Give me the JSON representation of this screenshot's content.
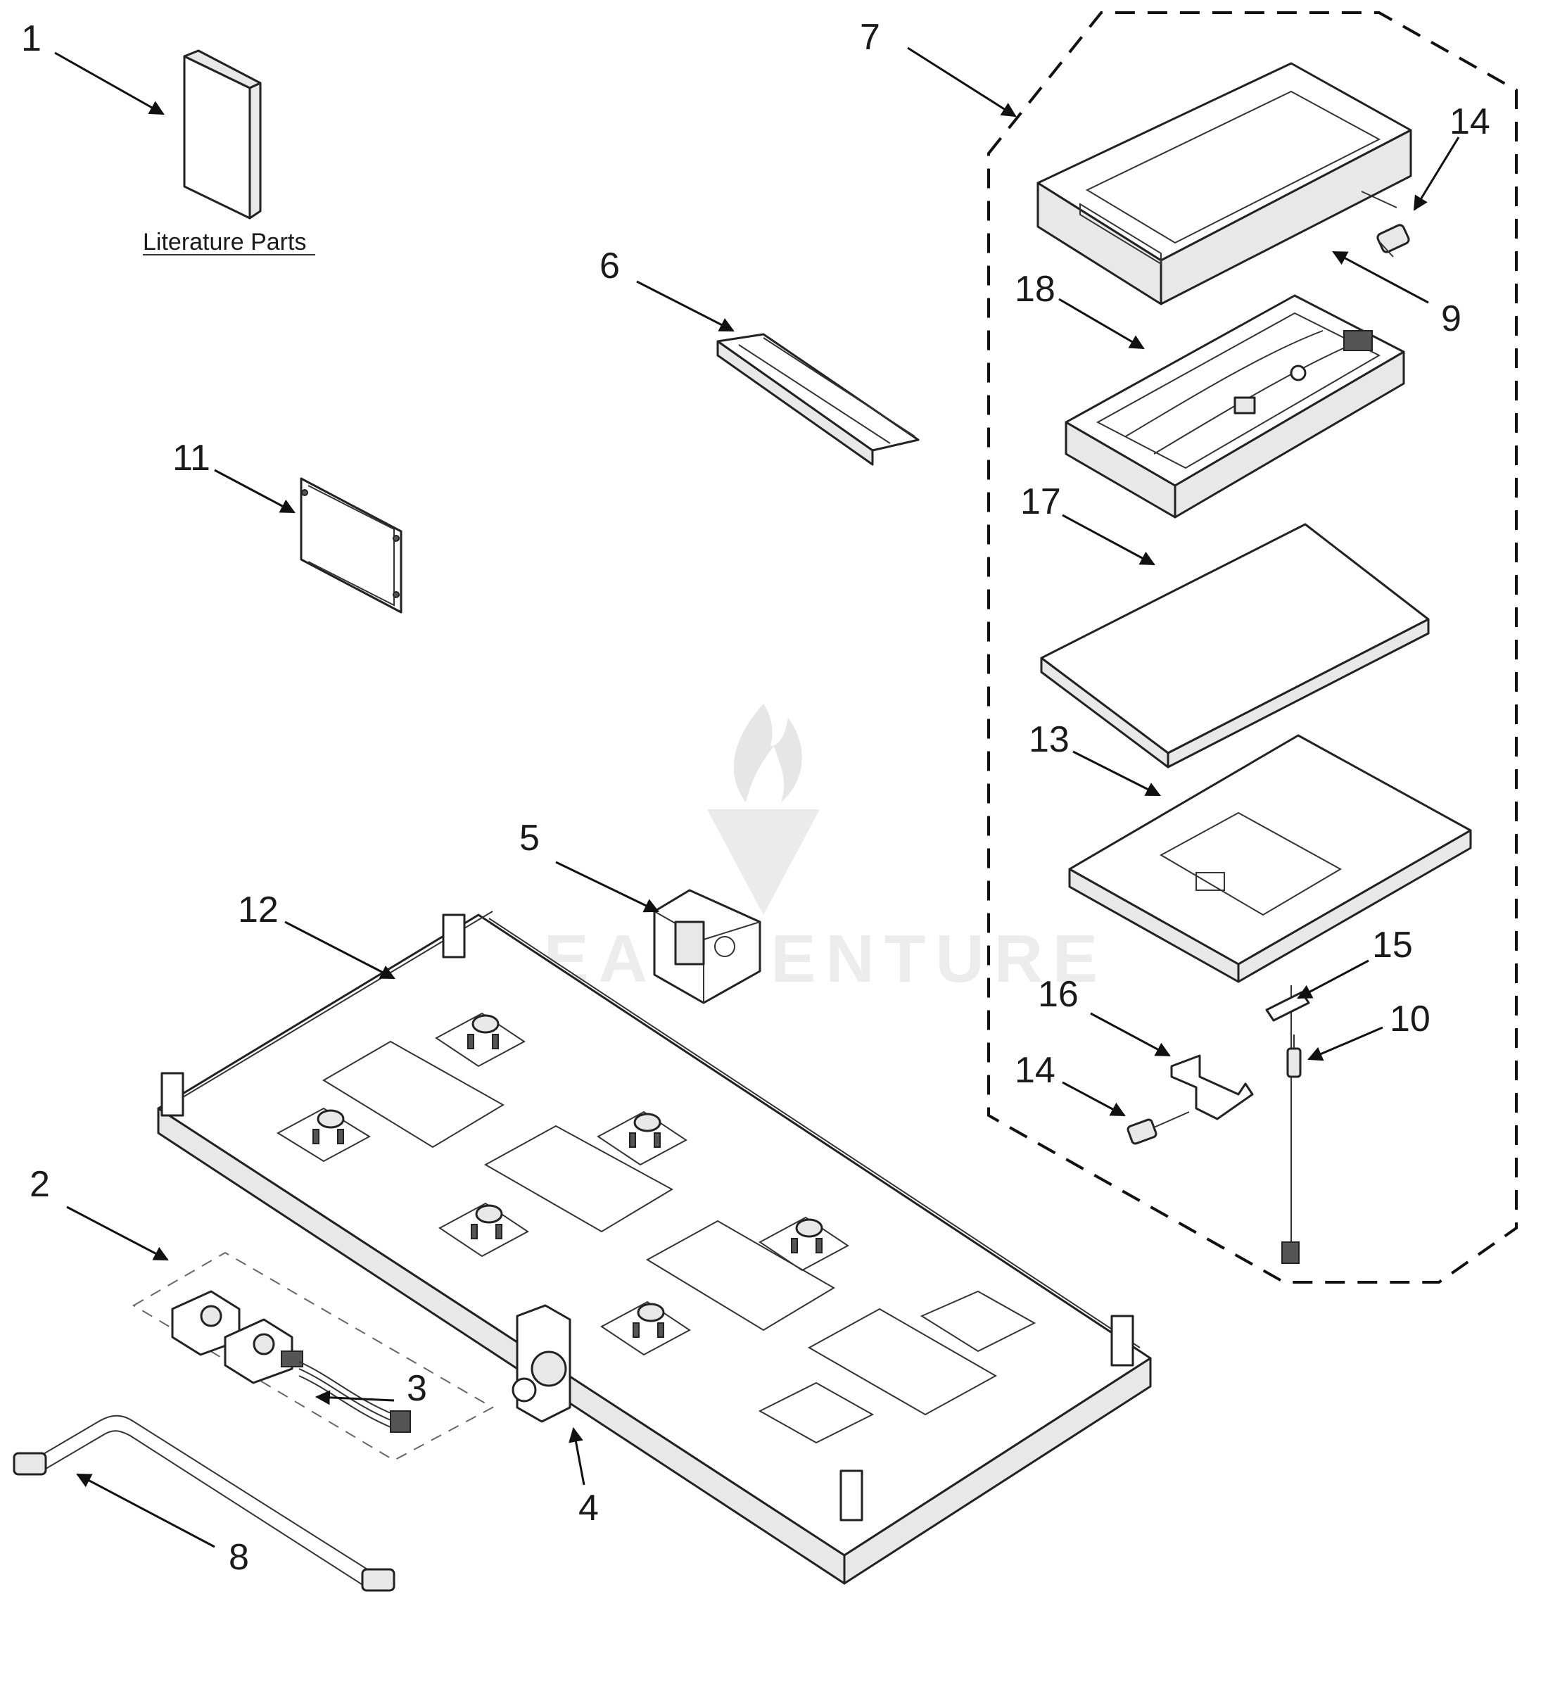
{
  "callouts": {
    "c1": "1",
    "c2": "2",
    "c3": "3",
    "c4": "4",
    "c5": "5",
    "c6": "6",
    "c7": "7",
    "c8": "8",
    "c9": "9",
    "c10": "10",
    "c11": "11",
    "c12": "12",
    "c13": "13",
    "c14a": "14",
    "c14b": "14",
    "c15": "15",
    "c16": "16",
    "c17": "17",
    "c18": "18"
  },
  "caption": "Literature Parts",
  "watermark": "LEADVENTURE"
}
